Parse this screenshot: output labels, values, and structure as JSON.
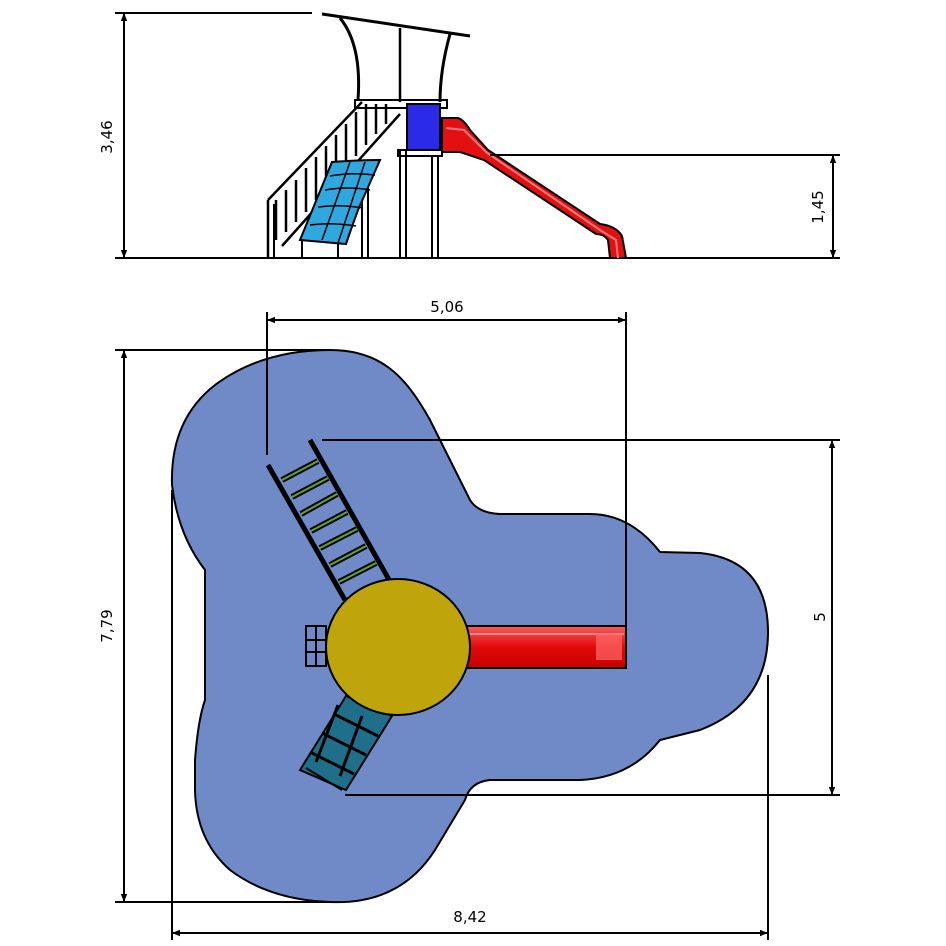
{
  "dimensions": {
    "elevation_total_height": "3,46",
    "elevation_slide_height": "1,45",
    "plan_slide_span": "5,06",
    "plan_total_depth": "7,79",
    "plan_arm_width": "5",
    "plan_total_width": "8,42"
  },
  "colors": {
    "platform_roof_frame": "#000000",
    "elevation_panel": "#2a2ae8",
    "slide": "#e21010",
    "climbing_net": "#2fa8e0",
    "safety_surface": "#6f8ac7",
    "platform_top": "#bfa50b",
    "ramp_panel": "#1f6f8a",
    "ladder_rungs": "#5aa832"
  }
}
